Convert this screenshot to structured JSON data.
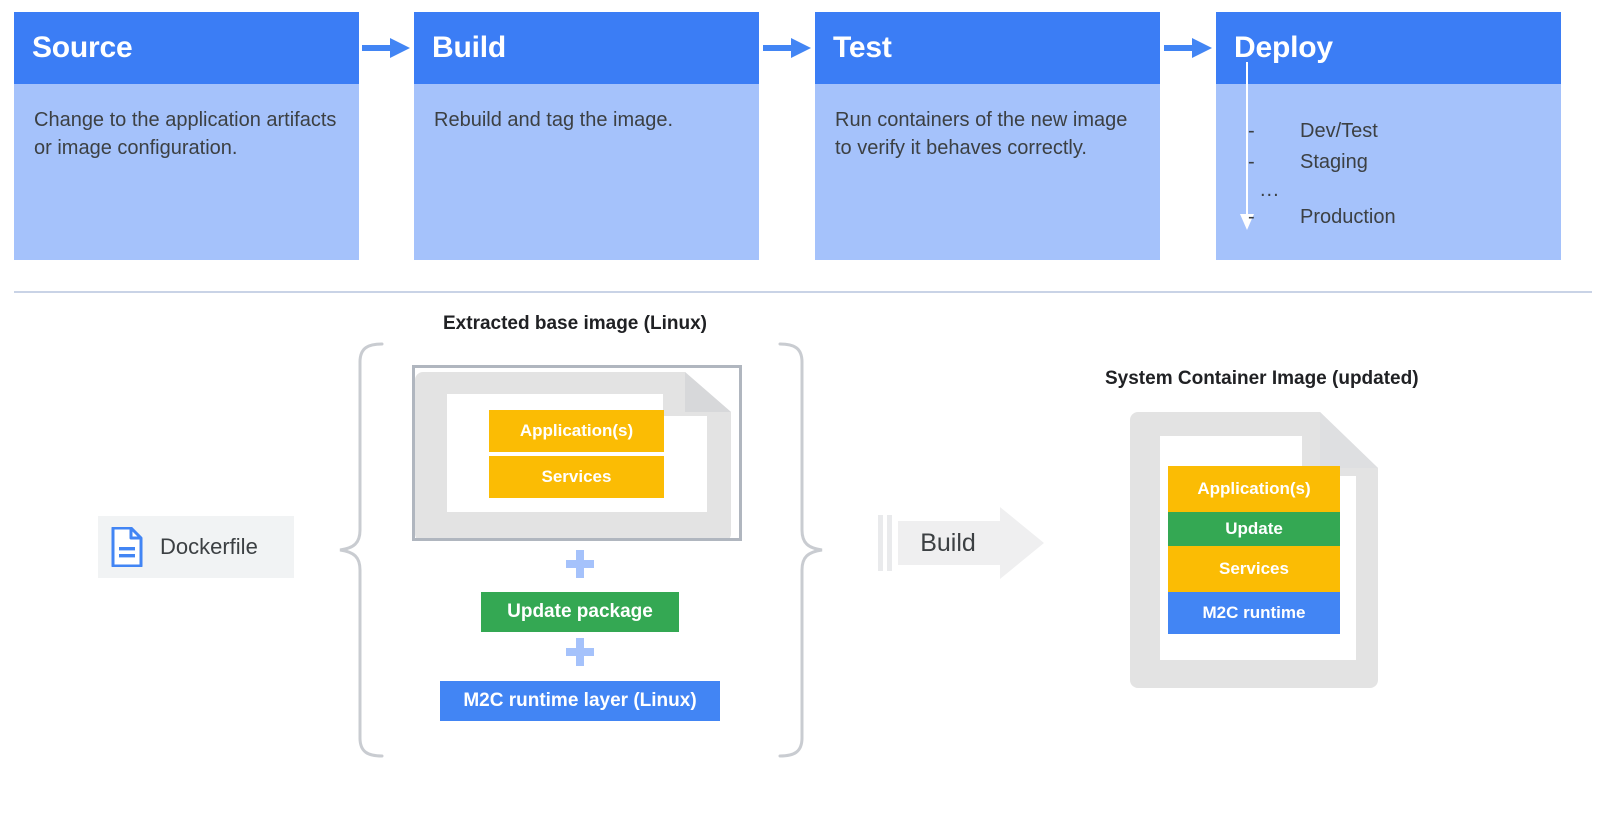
{
  "pipeline": {
    "stages": [
      {
        "title": "Source",
        "body": "Change to the application artifacts or image configuration."
      },
      {
        "title": "Build",
        "body": "Rebuild and tag the image."
      },
      {
        "title": "Test",
        "body": "Run containers of the new image to verify it behaves correctly."
      },
      {
        "title": "Deploy",
        "body": ""
      }
    ],
    "deploy_items": [
      {
        "dash": "-",
        "label": "Dev/Test"
      },
      {
        "dash": "-",
        "label": "Staging"
      }
    ],
    "deploy_ellipsis": "...",
    "deploy_last": {
      "dash": "-",
      "label": "Production"
    },
    "arrow_icon": "arrow-right-icon",
    "deploy_flow_icon": "arrow-down-icon"
  },
  "lower": {
    "left_caption": "Extracted base image (Linux)",
    "right_caption": "System Container Image (updated)",
    "dockerfile": {
      "label": "Dockerfile",
      "icon": "document-icon"
    },
    "base_layers": [
      {
        "label": "Application(s)",
        "color": "#fbbc04"
      },
      {
        "label": "Services",
        "color": "#fbbc04"
      }
    ],
    "plus_symbol": "+",
    "update_package": {
      "label": "Update package",
      "color": "#34a853"
    },
    "m2c_runtime_layer": {
      "label": "M2C runtime layer (Linux)",
      "color": "#4285f4"
    },
    "build_arrow": {
      "label": "Build",
      "icon": "arrow-right-block-icon"
    },
    "system_layers": [
      {
        "label": "Application(s)",
        "color": "#fbbc04",
        "height": 46
      },
      {
        "label": "Update",
        "color": "#34a853",
        "height": 34
      },
      {
        "label": "Services",
        "color": "#fbbc04",
        "height": 46
      },
      {
        "label": "M2C runtime",
        "color": "#4285f4",
        "height": 42
      }
    ]
  },
  "colors": {
    "header_blue": "#3b7df5",
    "body_blue": "#a5c2fb",
    "accent_blue": "#4285f4",
    "yellow": "#fbbc04",
    "green": "#34a853",
    "gray_doc": "#e3e3e3",
    "gray_border": "#b0b6bf",
    "divider": "#c9d3e6",
    "chip_bg": "#f1f3f4",
    "text": "#3c4043"
  }
}
